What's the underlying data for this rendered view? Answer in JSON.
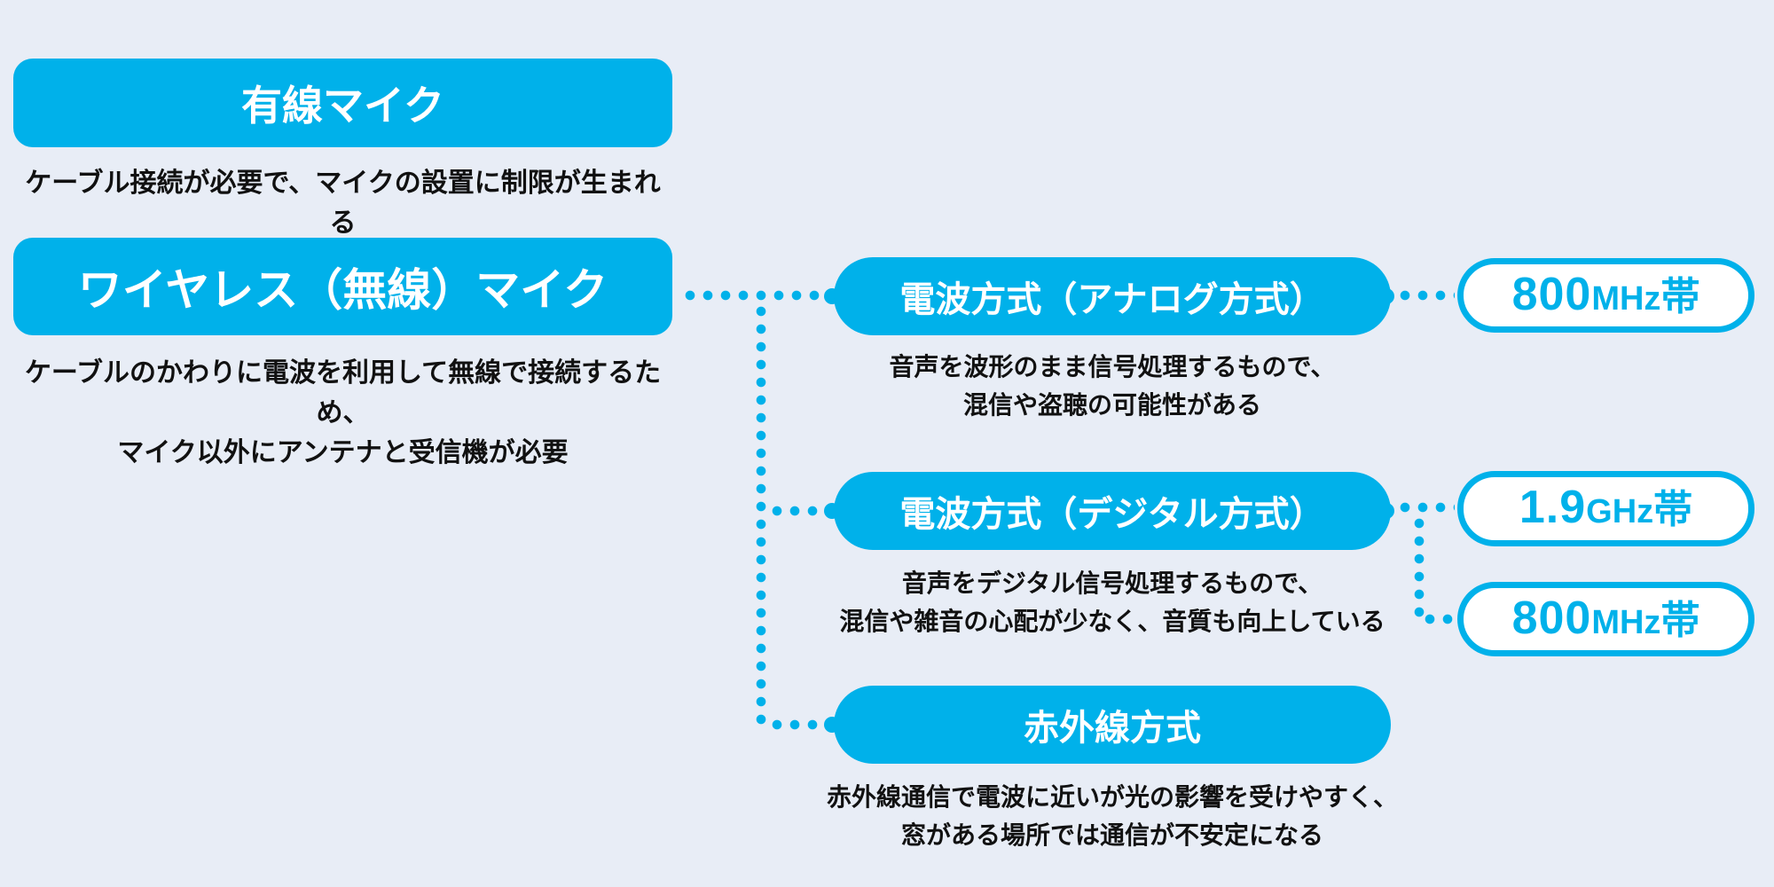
{
  "palette": {
    "blue": "#00b1ea",
    "bg": "#e8edf6",
    "ink": "#111111",
    "white": "#ffffff"
  },
  "wired": {
    "title": "有線マイク",
    "desc": "ケーブル接続が必要で、マイクの設置に制限が生まれる"
  },
  "wireless": {
    "title": "ワイヤレス（無線）マイク",
    "desc_line1": "ケーブルのかわりに電波を利用して無線で接続するため、",
    "desc_line2": "マイク以外にアンテナと受信機が必要"
  },
  "branches": [
    {
      "title": "電波方式（アナログ方式）",
      "desc_line1": "音声を波形のまま信号処理するもので、",
      "desc_line2": "混信や盗聴の可能性がある",
      "bands": [
        {
          "num": "800",
          "unit": "MHz",
          "suffix": "帯"
        }
      ]
    },
    {
      "title": "電波方式（デジタル方式）",
      "desc_line1": "音声をデジタル信号処理するもので、",
      "desc_line2": "混信や雑音の心配が少なく、音質も向上している",
      "bands": [
        {
          "num": "1.9",
          "unit": "GHz",
          "suffix": "帯"
        },
        {
          "num": "800",
          "unit": "MHz",
          "suffix": "帯"
        }
      ]
    },
    {
      "title": "赤外線方式",
      "desc_line1": "赤外線通信で電波に近いが光の影響を受けやすく、",
      "desc_line2": "窓がある場所では通信が不安定になる",
      "bands": []
    }
  ]
}
